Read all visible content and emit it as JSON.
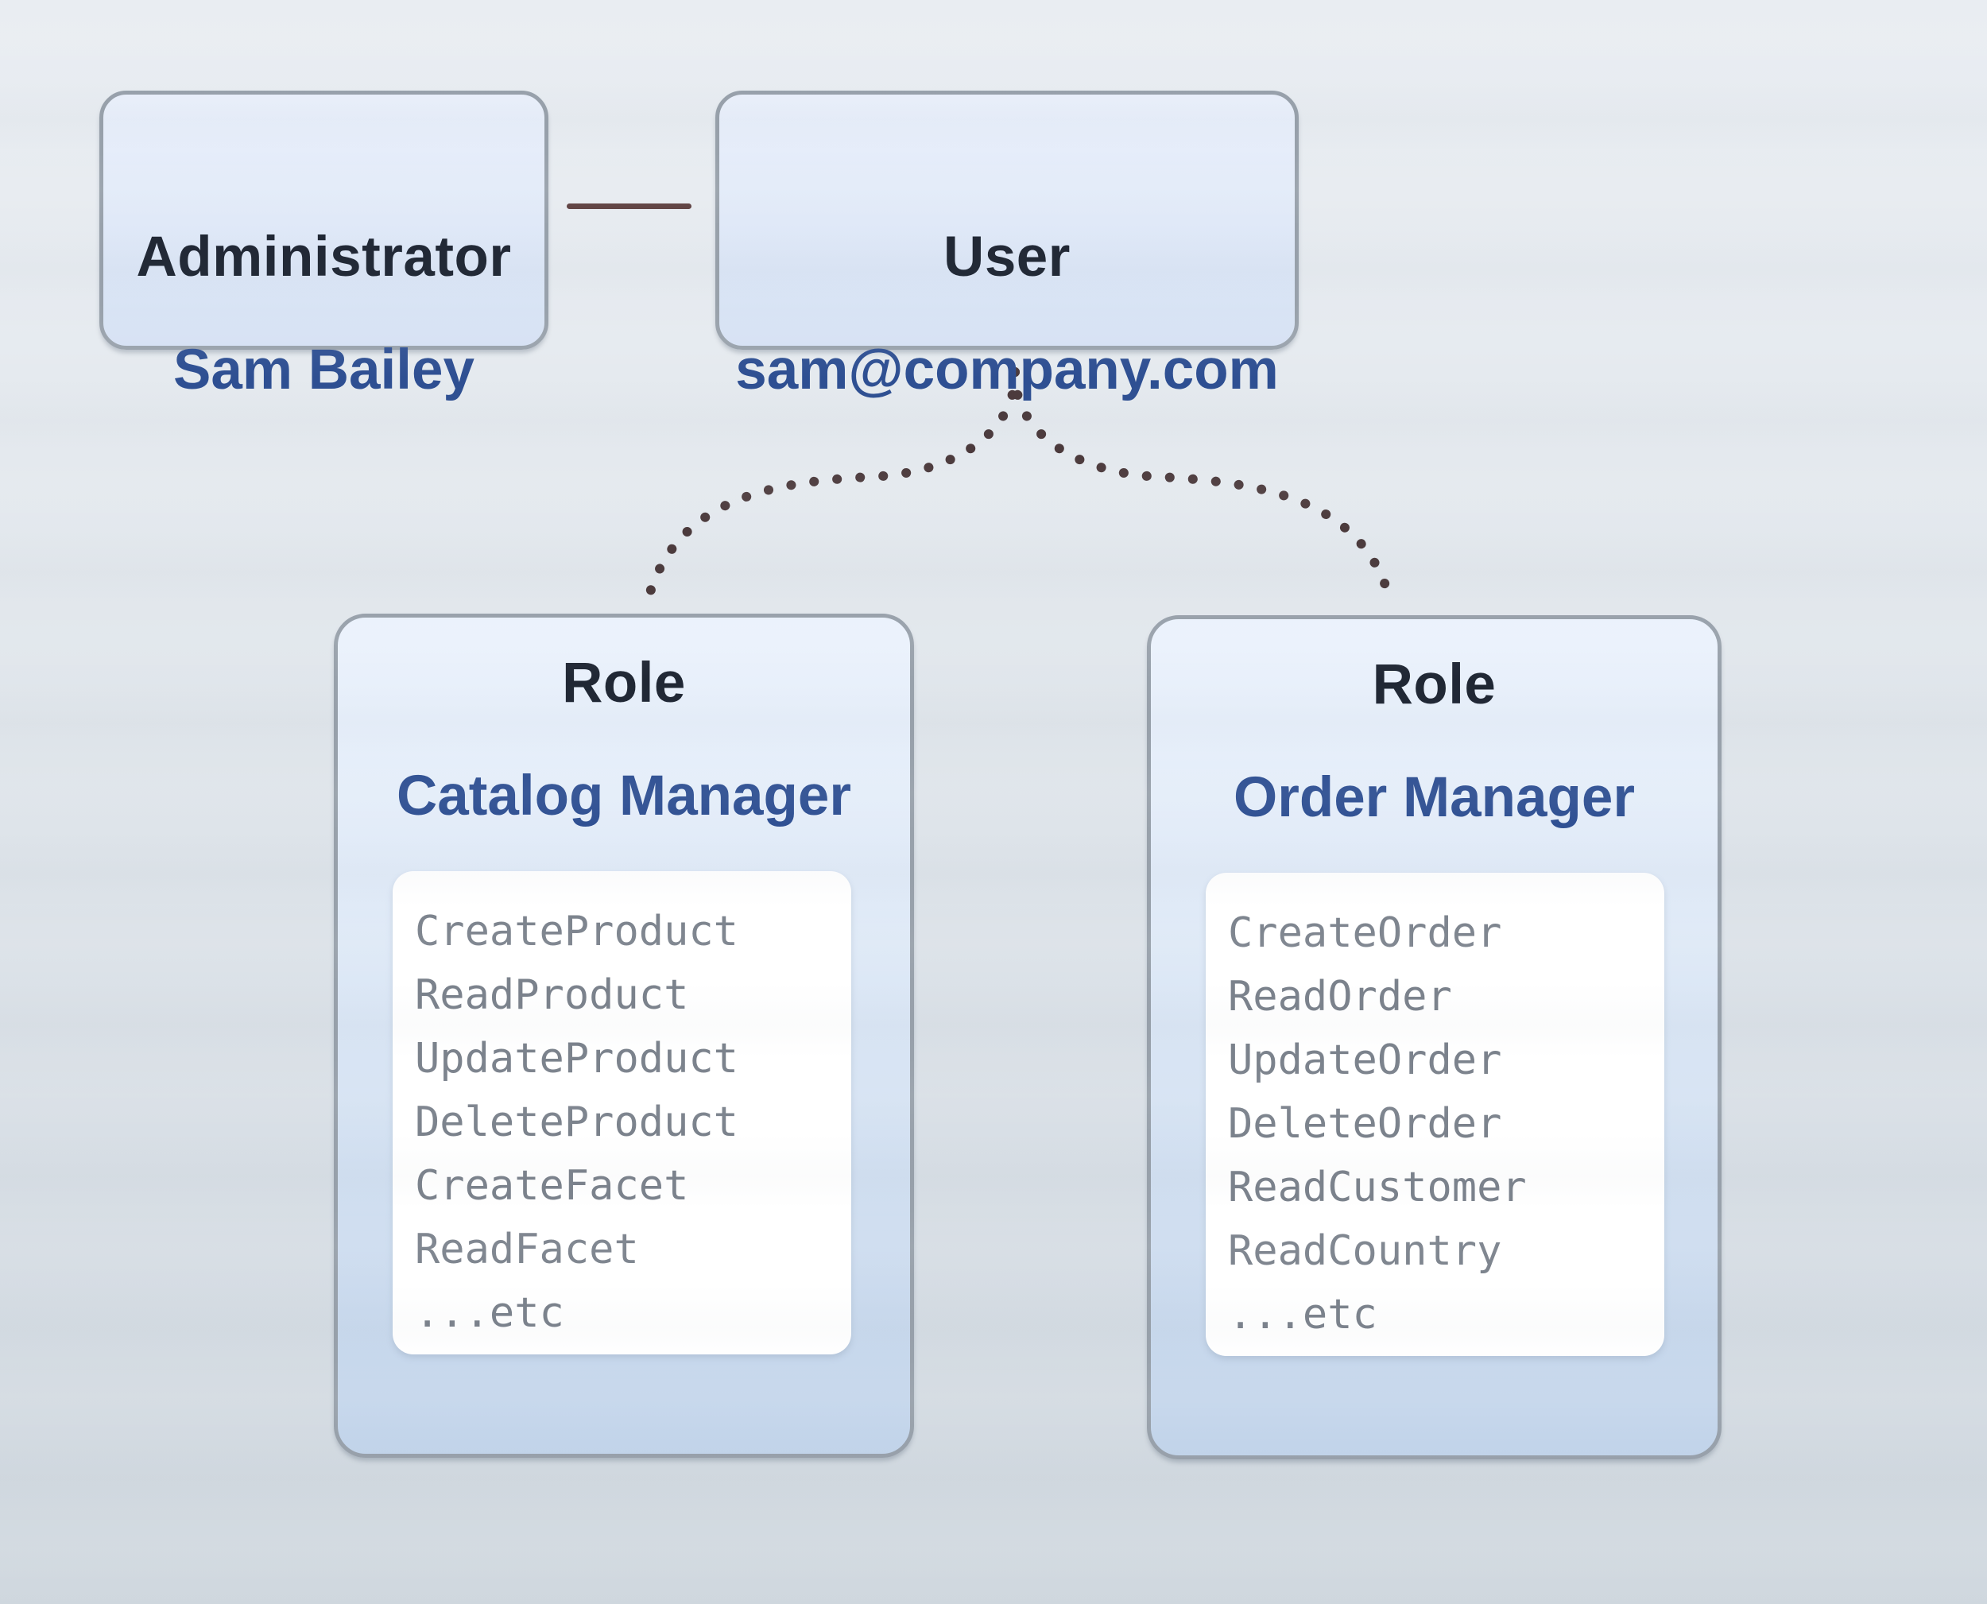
{
  "diagram": {
    "admin_box": {
      "title": "Administrator",
      "name": "Sam Bailey"
    },
    "user_box": {
      "title": "User",
      "email": "sam@company.com"
    },
    "roles": [
      {
        "title": "Role",
        "name": "Catalog Manager",
        "permissions": [
          "CreateProduct",
          "ReadProduct",
          "UpdateProduct",
          "DeleteProduct",
          "CreateFacet",
          "ReadFacet",
          "...etc"
        ]
      },
      {
        "title": "Role",
        "name": "Order Manager",
        "permissions": [
          "CreateOrder",
          "ReadOrder",
          "UpdateOrder",
          "DeleteOrder",
          "ReadCustomer",
          "ReadCountry",
          "...etc"
        ]
      }
    ],
    "connections": {
      "admin_to_user": "solid line",
      "user_to_roles": "dotted curves"
    },
    "colors": {
      "title_text": "#202734",
      "accent_blue_text": "#2e4f92",
      "permission_text": "#7b828c",
      "box_border": "#98a1ab",
      "box_fill_top": "#ebf2fc",
      "box_fill_bottom": "#c2d4ea",
      "permission_box_fill": "#ffffff",
      "dotted_connector": "#4b3a3c",
      "solid_connector": "#5e4040",
      "background_top": "#e9edf2",
      "background_bottom": "#d0d8df"
    }
  }
}
